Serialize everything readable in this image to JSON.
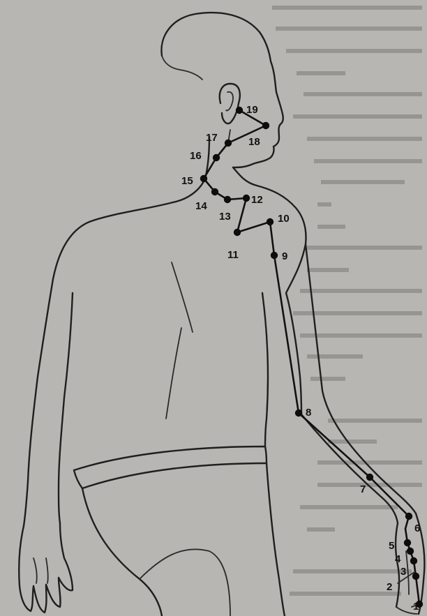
{
  "diagram": {
    "points": [
      {
        "id": "p1",
        "label": "1"
      },
      {
        "id": "p2",
        "label": "2"
      },
      {
        "id": "p3",
        "label": "3"
      },
      {
        "id": "p4",
        "label": "4"
      },
      {
        "id": "p5",
        "label": "5"
      },
      {
        "id": "p6",
        "label": "6"
      },
      {
        "id": "p7",
        "label": "7"
      },
      {
        "id": "p8",
        "label": "8"
      },
      {
        "id": "p9",
        "label": "9"
      },
      {
        "id": "p10",
        "label": "10"
      },
      {
        "id": "p11",
        "label": "11"
      },
      {
        "id": "p12",
        "label": "12"
      },
      {
        "id": "p13",
        "label": "13"
      },
      {
        "id": "p14",
        "label": "14"
      },
      {
        "id": "p15",
        "label": "15"
      },
      {
        "id": "p16",
        "label": "16"
      },
      {
        "id": "p17",
        "label": "17"
      },
      {
        "id": "p18",
        "label": "18"
      },
      {
        "id": "p19",
        "label": "19"
      }
    ]
  },
  "colors": {
    "paper": "#b8b6b2",
    "ink": "#111111",
    "bleed_text": "#7d7b77"
  }
}
